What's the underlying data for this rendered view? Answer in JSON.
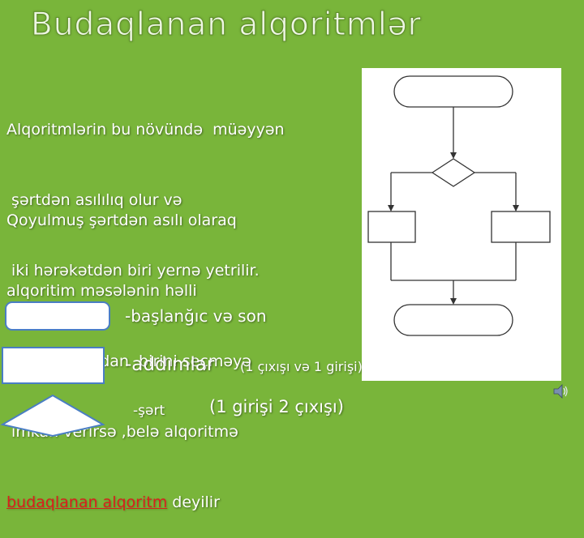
{
  "title": "Budaqlanan alqoritmlər",
  "paragraph1": {
    "line1": "Alqoritmlərin bu növündə  müəyyən",
    "line2": " şərtdən asılılıq olur və",
    "line3": " iki hərəkətdən biri yernə yetrilir."
  },
  "paragraph2": {
    "line1": "Qoyulmuş şərtdən asılı olaraq",
    "line2": "alqoritim məsələnin həlli",
    "line3": " variantlarindan  birini seçməyə",
    "line4": " imkan verirsə ,belə alqoritmə",
    "highlight": "budaqlanan alqoritm",
    "suffix": " deyilir"
  },
  "legend": {
    "terminal_label": "-başlanğıc və son",
    "process_label": "-addımlar",
    "process_note": "(1 çıxışı və 1 girişi)",
    "decision_label": "-şərt",
    "decision_note": "(1 girişi 2 çıxışı)"
  },
  "colors": {
    "background": "#79b53a",
    "highlight": "#d8201c",
    "shape_border": "#4a7ec4"
  },
  "icons": {
    "speaker": "speaker-icon"
  }
}
